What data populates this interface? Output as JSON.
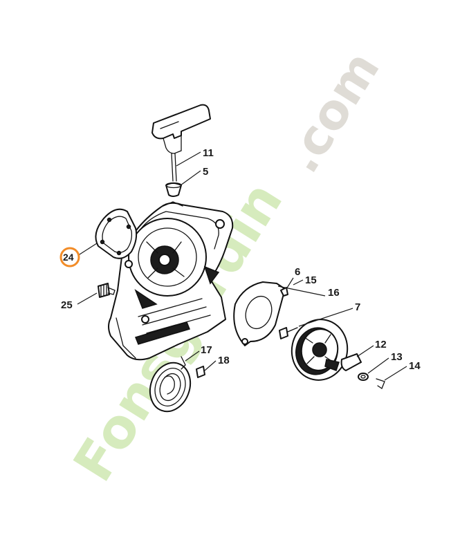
{
  "watermark": {
    "brand": "Fonsgardin",
    "domain": ".com",
    "brand_color": "#cfe8b2",
    "domain_color": "#d9d6cf"
  },
  "highlight": {
    "part_number": "24",
    "ring_color": "#f28c28"
  },
  "callouts": [
    {
      "id": "p11",
      "label": "11"
    },
    {
      "id": "p5",
      "label": "5"
    },
    {
      "id": "p24",
      "label": "24"
    },
    {
      "id": "p25",
      "label": "25"
    },
    {
      "id": "p6",
      "label": "6"
    },
    {
      "id": "p15",
      "label": "15"
    },
    {
      "id": "p16",
      "label": "16"
    },
    {
      "id": "p7",
      "label": "7"
    },
    {
      "id": "p12",
      "label": "12"
    },
    {
      "id": "p13",
      "label": "13"
    },
    {
      "id": "p14",
      "label": "14"
    },
    {
      "id": "p17",
      "label": "17"
    },
    {
      "id": "p18",
      "label": "18"
    }
  ]
}
